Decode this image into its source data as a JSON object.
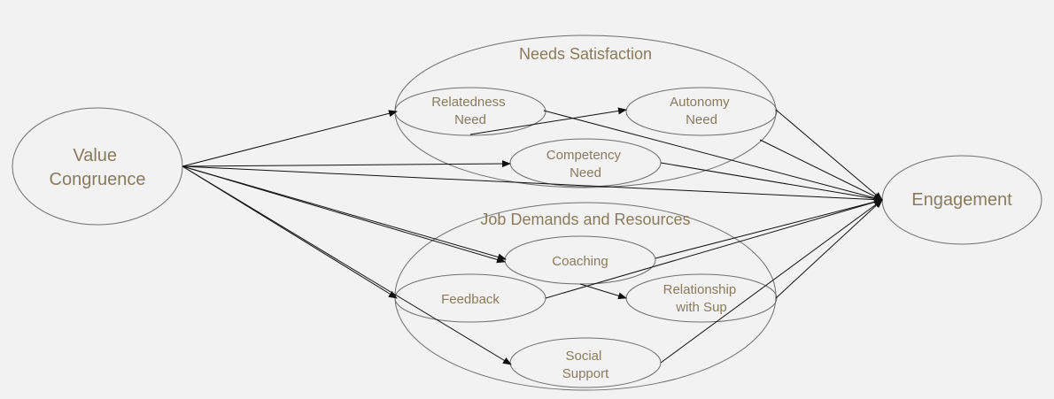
{
  "colors": {
    "background": "#f2f2f2",
    "text": "#8a7a5c",
    "ellipse_stroke": "#6e6e6e",
    "arrow": "#111111"
  },
  "nodes": {
    "value_congruence": [
      "Value",
      "Congruence"
    ],
    "engagement": [
      "Engagement"
    ],
    "needs_satisfaction": "Needs Satisfaction",
    "relatedness": [
      "Relatedness",
      "Need"
    ],
    "autonomy": [
      "Autonomy",
      "Need"
    ],
    "competency": [
      "Competency",
      "Need"
    ],
    "job_demands": "Job Demands and Resources",
    "coaching": [
      "Coaching"
    ],
    "feedback": [
      "Feedback"
    ],
    "relationship": [
      "Relationship",
      "with Sup"
    ],
    "social_support": [
      "Social",
      "Support"
    ]
  },
  "edges": [
    [
      "value_congruence",
      "relatedness"
    ],
    [
      "value_congruence",
      "competency"
    ],
    [
      "value_congruence",
      "engagement"
    ],
    [
      "value_congruence",
      "coaching"
    ],
    [
      "value_congruence",
      "feedback"
    ],
    [
      "value_congruence",
      "job_demands"
    ],
    [
      "value_congruence",
      "social_support"
    ],
    [
      "relatedness",
      "autonomy"
    ],
    [
      "relatedness",
      "engagement"
    ],
    [
      "autonomy",
      "engagement"
    ],
    [
      "competency",
      "engagement"
    ],
    [
      "needs_satisfaction",
      "engagement"
    ],
    [
      "coaching",
      "engagement"
    ],
    [
      "coaching",
      "relationship"
    ],
    [
      "feedback",
      "engagement"
    ],
    [
      "relationship",
      "engagement"
    ],
    [
      "social_support",
      "engagement"
    ]
  ]
}
